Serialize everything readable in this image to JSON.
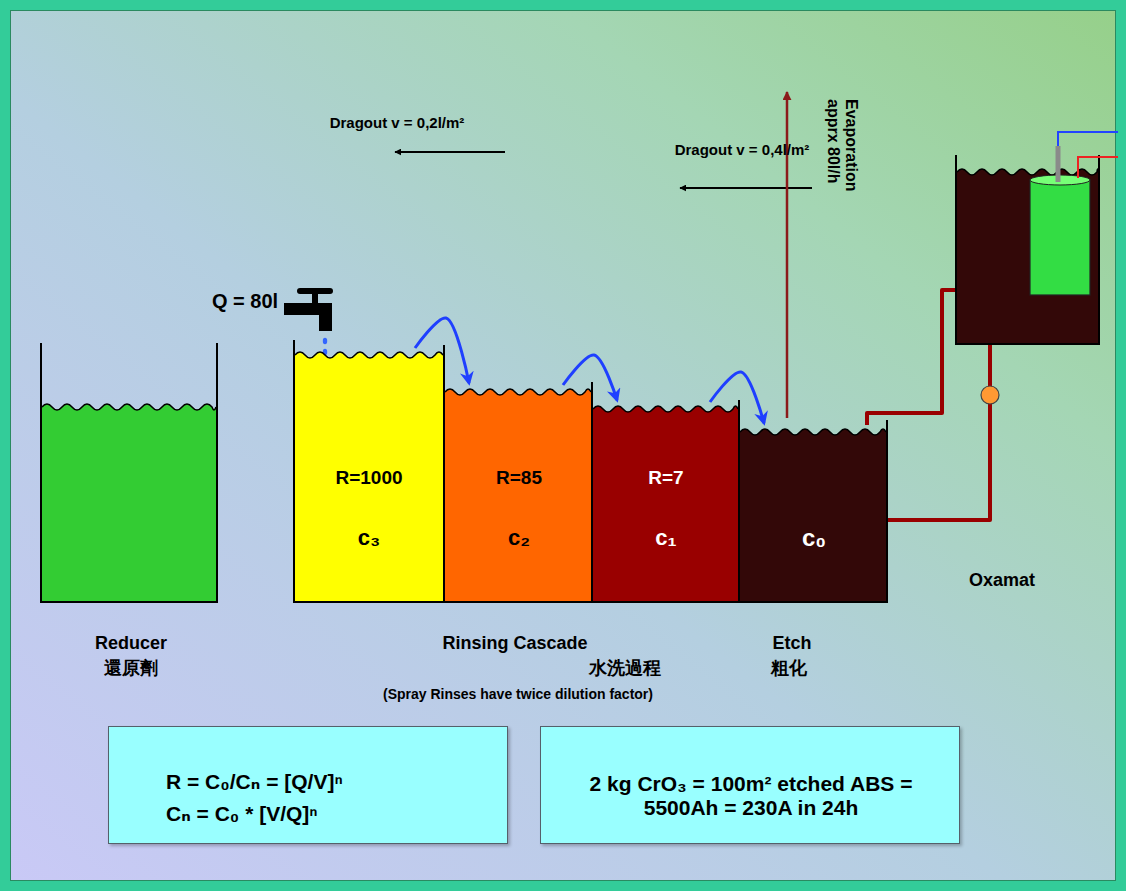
{
  "diagram": {
    "nodes": [
      {
        "text": [
          "Reducer",
          "還原劑"
        ]
      },
      {
        "text": [
          "R=1000",
          "c₃"
        ]
      },
      {
        "text": [
          "R=85",
          "c₂"
        ]
      },
      {
        "text": [
          "R=7",
          "c₁"
        ]
      },
      {
        "text": [
          "c₀",
          "Etch",
          "粗化"
        ]
      },
      {
        "text": [
          "Oxamat"
        ]
      },
      {
        "text": [
          "R = C₀/Cₙ = [Q/V]ⁿ",
          "Cₙ = C₀ * [V/Q]ⁿ"
        ]
      },
      {
        "text": [
          "2 kg CrO₃ = 100m² etched ABS = 5500Ah = 230A in 24h"
        ]
      }
    ],
    "edges": [
      {
        "from": 1,
        "to": 2,
        "arrow": "to"
      },
      {
        "from": 2,
        "to": 3,
        "arrow": "to"
      },
      {
        "from": 3,
        "to": 4,
        "arrow": "to"
      },
      {
        "from": 4,
        "to": 5,
        "arrow": "none"
      },
      {
        "from": 4,
        "to": 5,
        "arrow": "none"
      }
    ],
    "labels": [
      "Dragout v = 0,2l/m²",
      "Dragout v = 0,4l/m²",
      "Evaporation apprx 80l/h",
      "Q = 80l",
      "Rinsing Cascade",
      "水洗過程",
      "(Spray Rinses have twice dilution factor)"
    ]
  }
}
